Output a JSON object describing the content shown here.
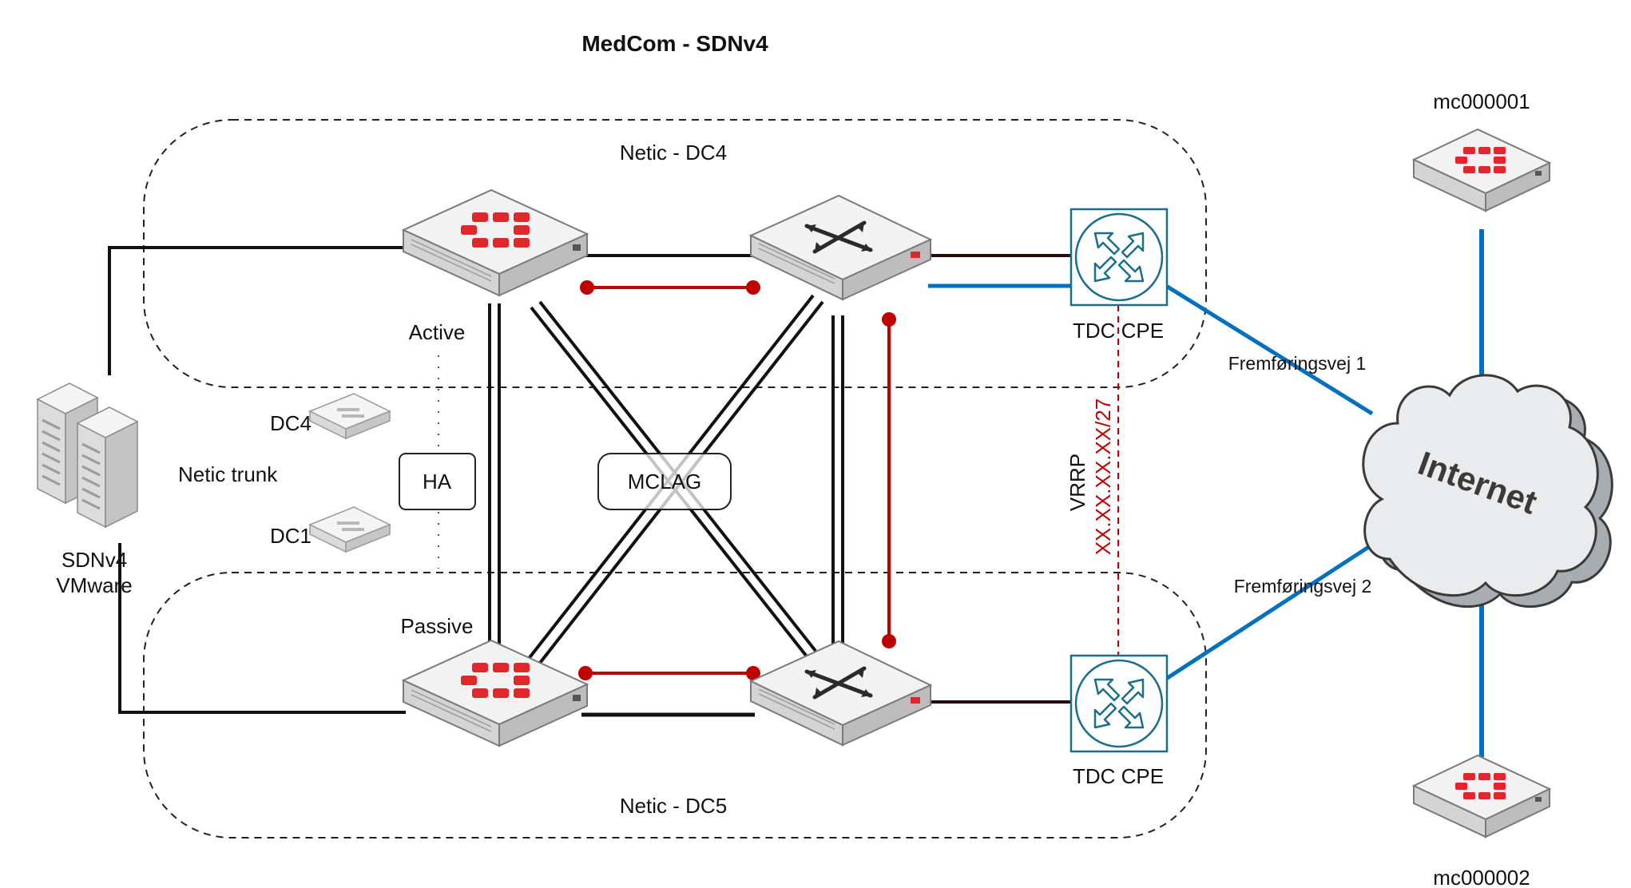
{
  "title": "MedCom - SDNv4",
  "zones": {
    "dc4": "Netic - DC4",
    "dc5": "Netic - DC5"
  },
  "labels": {
    "active": "Active",
    "passive": "Passive",
    "ha": "HA",
    "mclag": "MCLAG",
    "dc4_storage": "DC4",
    "dc1_storage": "DC1",
    "netic_trunk": "Netic trunk",
    "sdnv4": "SDNv4",
    "vmware": "VMware",
    "tdc_cpe_top": "TDC CPE",
    "tdc_cpe_bottom": "TDC CPE",
    "vrrp": "VRRP",
    "vrrp_subnet": "XX.XX.XX.XX/27",
    "path_1": "Fremføringsvej 1",
    "path_2": "Fremføringsvej 2",
    "internet": "Internet",
    "site_1": "mc000001",
    "site_2": "mc000002"
  },
  "colors": {
    "fortinet_red": "#e0282c",
    "vrrp_red": "#c00000",
    "link_blue": "#0070c0",
    "router_teal": "#1a6e8a",
    "outline": "#111111"
  },
  "icons": {
    "firewall": "fortigate-firewall-icon",
    "switch": "network-switch-icon",
    "router": "router-icon",
    "cloud": "internet-cloud-icon",
    "server": "server-stack-icon",
    "storage": "storage-appliance-icon"
  }
}
